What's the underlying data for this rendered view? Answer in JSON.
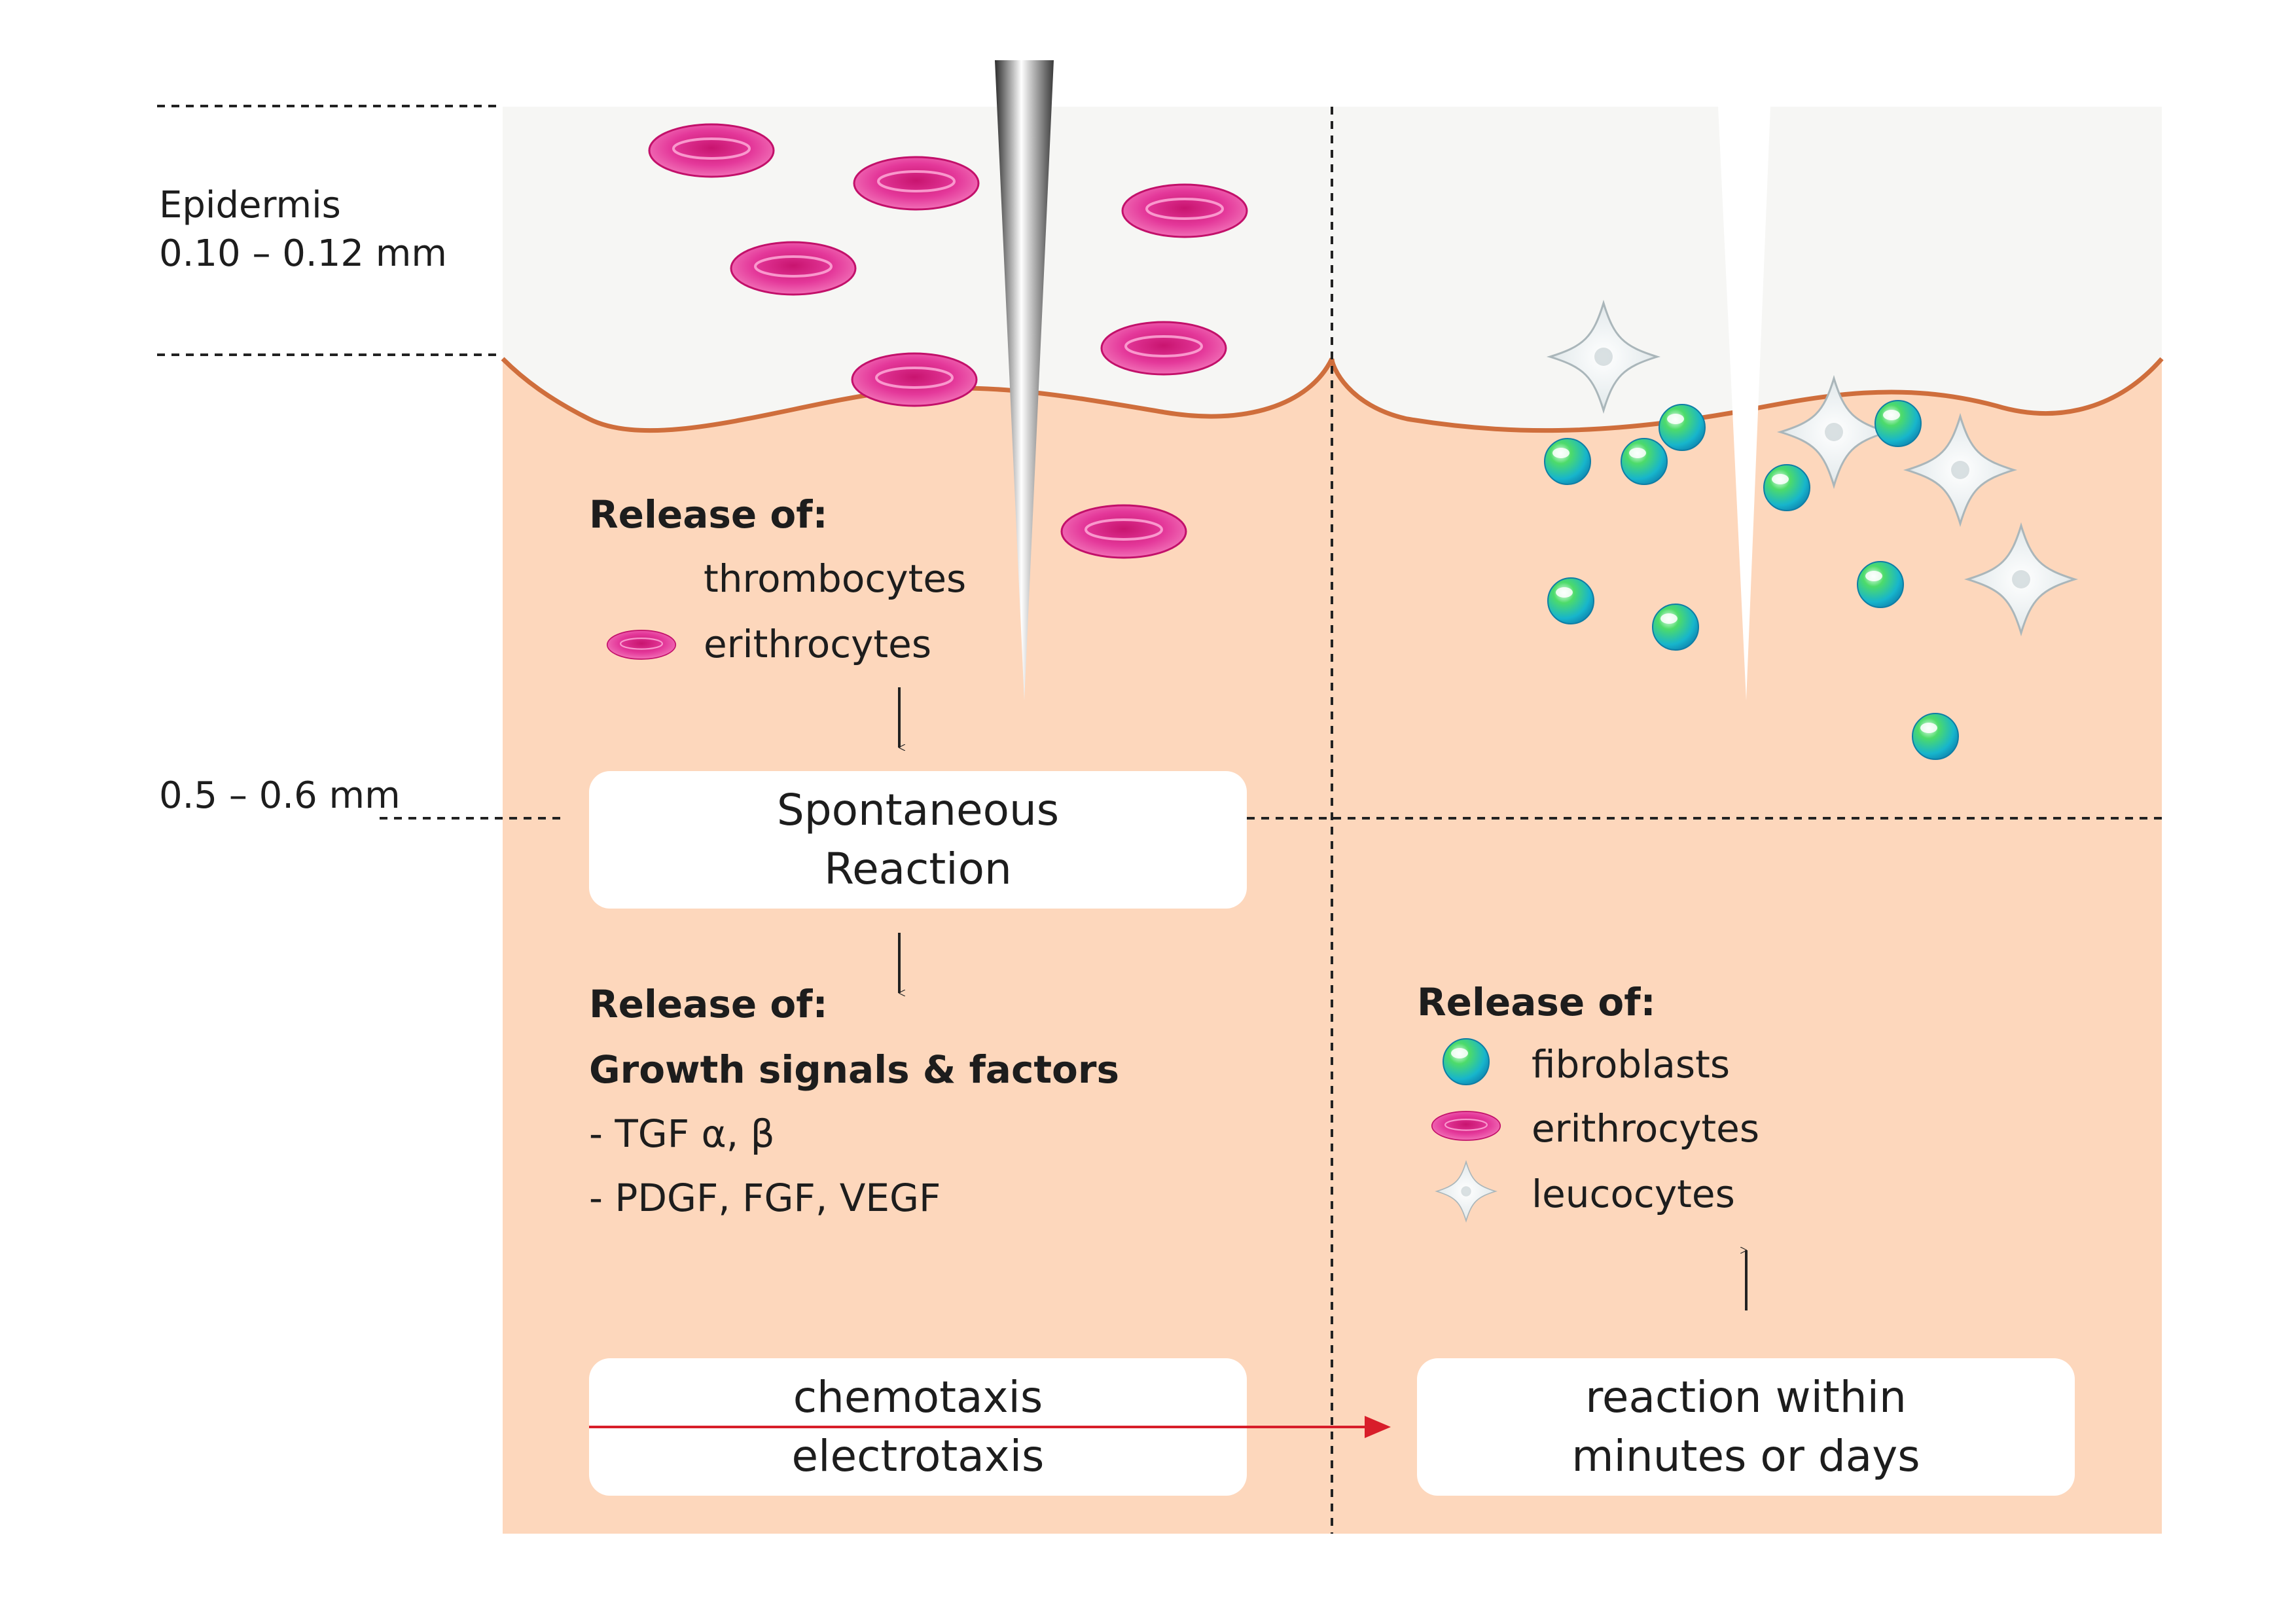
{
  "side_labels": {
    "epidermis_name": "Epidermis",
    "epidermis_depth": "0.10 – 0.12 mm",
    "dermis_depth": "0.5 – 0.6 mm"
  },
  "left_panel": {
    "release_heading": "Release of:",
    "items": [
      "thrombocytes",
      "erithrocytes"
    ],
    "reaction_box": {
      "line1": "Spontaneous",
      "line2": "Reaction"
    },
    "release_heading_2": "Release of:",
    "growth_heading": "Growth signals & factors",
    "factors": [
      "- TGF α, β",
      "- PDGF, FGF, VEGF"
    ],
    "taxis_box": {
      "line1": "chemotaxis",
      "line2": "electrotaxis"
    }
  },
  "right_panel": {
    "release_heading": "Release of:",
    "items": [
      {
        "label": "fibroblasts",
        "icon": "fibroblast-icon"
      },
      {
        "label": "erithrocytes",
        "icon": "erythrocyte-icon"
      },
      {
        "label": "leucocytes",
        "icon": "leucocyte-icon"
      }
    ],
    "reaction_box": {
      "line1": "reaction within",
      "line2": "minutes or days"
    }
  },
  "colors": {
    "dermis": "#fdd7bc",
    "epidermis": "#f6f6f4",
    "skin_line": "#cf6e3c",
    "erythrocyte": "#e0358f",
    "fibroblast": "#2fc6a0",
    "arrow_red": "#d81e2a",
    "needle": "#8a8a8a"
  }
}
